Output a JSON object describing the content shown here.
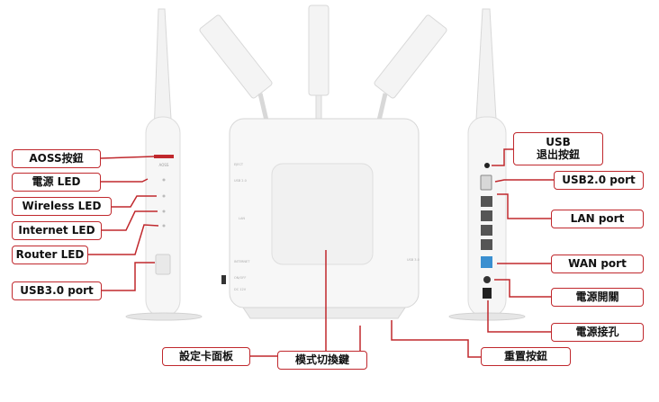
{
  "colors": {
    "accent": "#c0282d",
    "device": "#f4f4f4",
    "device_edge": "#d9d9d9",
    "port_blue": "#3a8fd0"
  },
  "callouts": {
    "aoss": "AOSS按鈕",
    "power_led": "電源 LED",
    "wireless_led": "Wireless LED",
    "internet_led": "Internet LED",
    "router_led": "Router LED",
    "usb3": "USB3.0 port",
    "usb_eject_line1": "USB",
    "usb_eject_line2": "退出按鈕",
    "usb2": "USB2.0 port",
    "lan": "LAN port",
    "wan": "WAN port",
    "power_switch": "電源開關",
    "power_jack": "電源接孔",
    "setting_card": "設定卡面板",
    "mode_switch": "模式切換鍵",
    "reset": "重置按鈕"
  },
  "device_labels": {
    "eject": "EJECT",
    "usb": "USB 2.0",
    "lan": "LAN",
    "internet": "INTERNET",
    "on_off": "ON/OFF",
    "dc": "DC 12V",
    "usb30": "USB 3.0",
    "aoss": "AOSS"
  }
}
